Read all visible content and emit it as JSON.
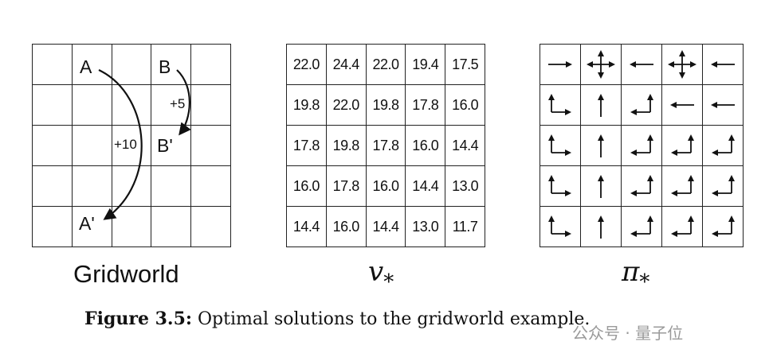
{
  "gridworld": {
    "title": "Gridworld",
    "labels": {
      "A": "A",
      "B": "B",
      "A_prime": "A'",
      "B_prime": "B'"
    },
    "rewards": {
      "a_jump": "+10",
      "b_jump": "+5"
    }
  },
  "values": {
    "title_symbol": "v",
    "title_subscript": "*",
    "rows": [
      [
        "22.0",
        "24.4",
        "22.0",
        "19.4",
        "17.5"
      ],
      [
        "19.8",
        "22.0",
        "19.8",
        "17.8",
        "16.0"
      ],
      [
        "17.8",
        "19.8",
        "17.8",
        "16.0",
        "14.4"
      ],
      [
        "16.0",
        "17.8",
        "16.0",
        "14.4",
        "13.0"
      ],
      [
        "14.4",
        "16.0",
        "14.4",
        "13.0",
        "11.7"
      ]
    ]
  },
  "policy": {
    "title_symbol": "π",
    "title_subscript": "*",
    "rows": [
      [
        [
          "right"
        ],
        [
          "up",
          "down",
          "left",
          "right"
        ],
        [
          "left"
        ],
        [
          "up",
          "down",
          "left",
          "right"
        ],
        [
          "left"
        ]
      ],
      [
        [
          "up",
          "right"
        ],
        [
          "up"
        ],
        [
          "up",
          "left"
        ],
        [
          "left"
        ],
        [
          "left"
        ]
      ],
      [
        [
          "up",
          "right"
        ],
        [
          "up"
        ],
        [
          "up",
          "left"
        ],
        [
          "up",
          "left"
        ],
        [
          "up",
          "left"
        ]
      ],
      [
        [
          "up",
          "right"
        ],
        [
          "up"
        ],
        [
          "up",
          "left"
        ],
        [
          "up",
          "left"
        ],
        [
          "up",
          "left"
        ]
      ],
      [
        [
          "up",
          "right"
        ],
        [
          "up"
        ],
        [
          "up",
          "left"
        ],
        [
          "up",
          "left"
        ],
        [
          "up",
          "left"
        ]
      ]
    ]
  },
  "caption": {
    "label": "Figure 3.5:",
    "text": " Optimal solutions to the gridworld example."
  },
  "watermark": {
    "text": "公众号 · 量子位"
  }
}
